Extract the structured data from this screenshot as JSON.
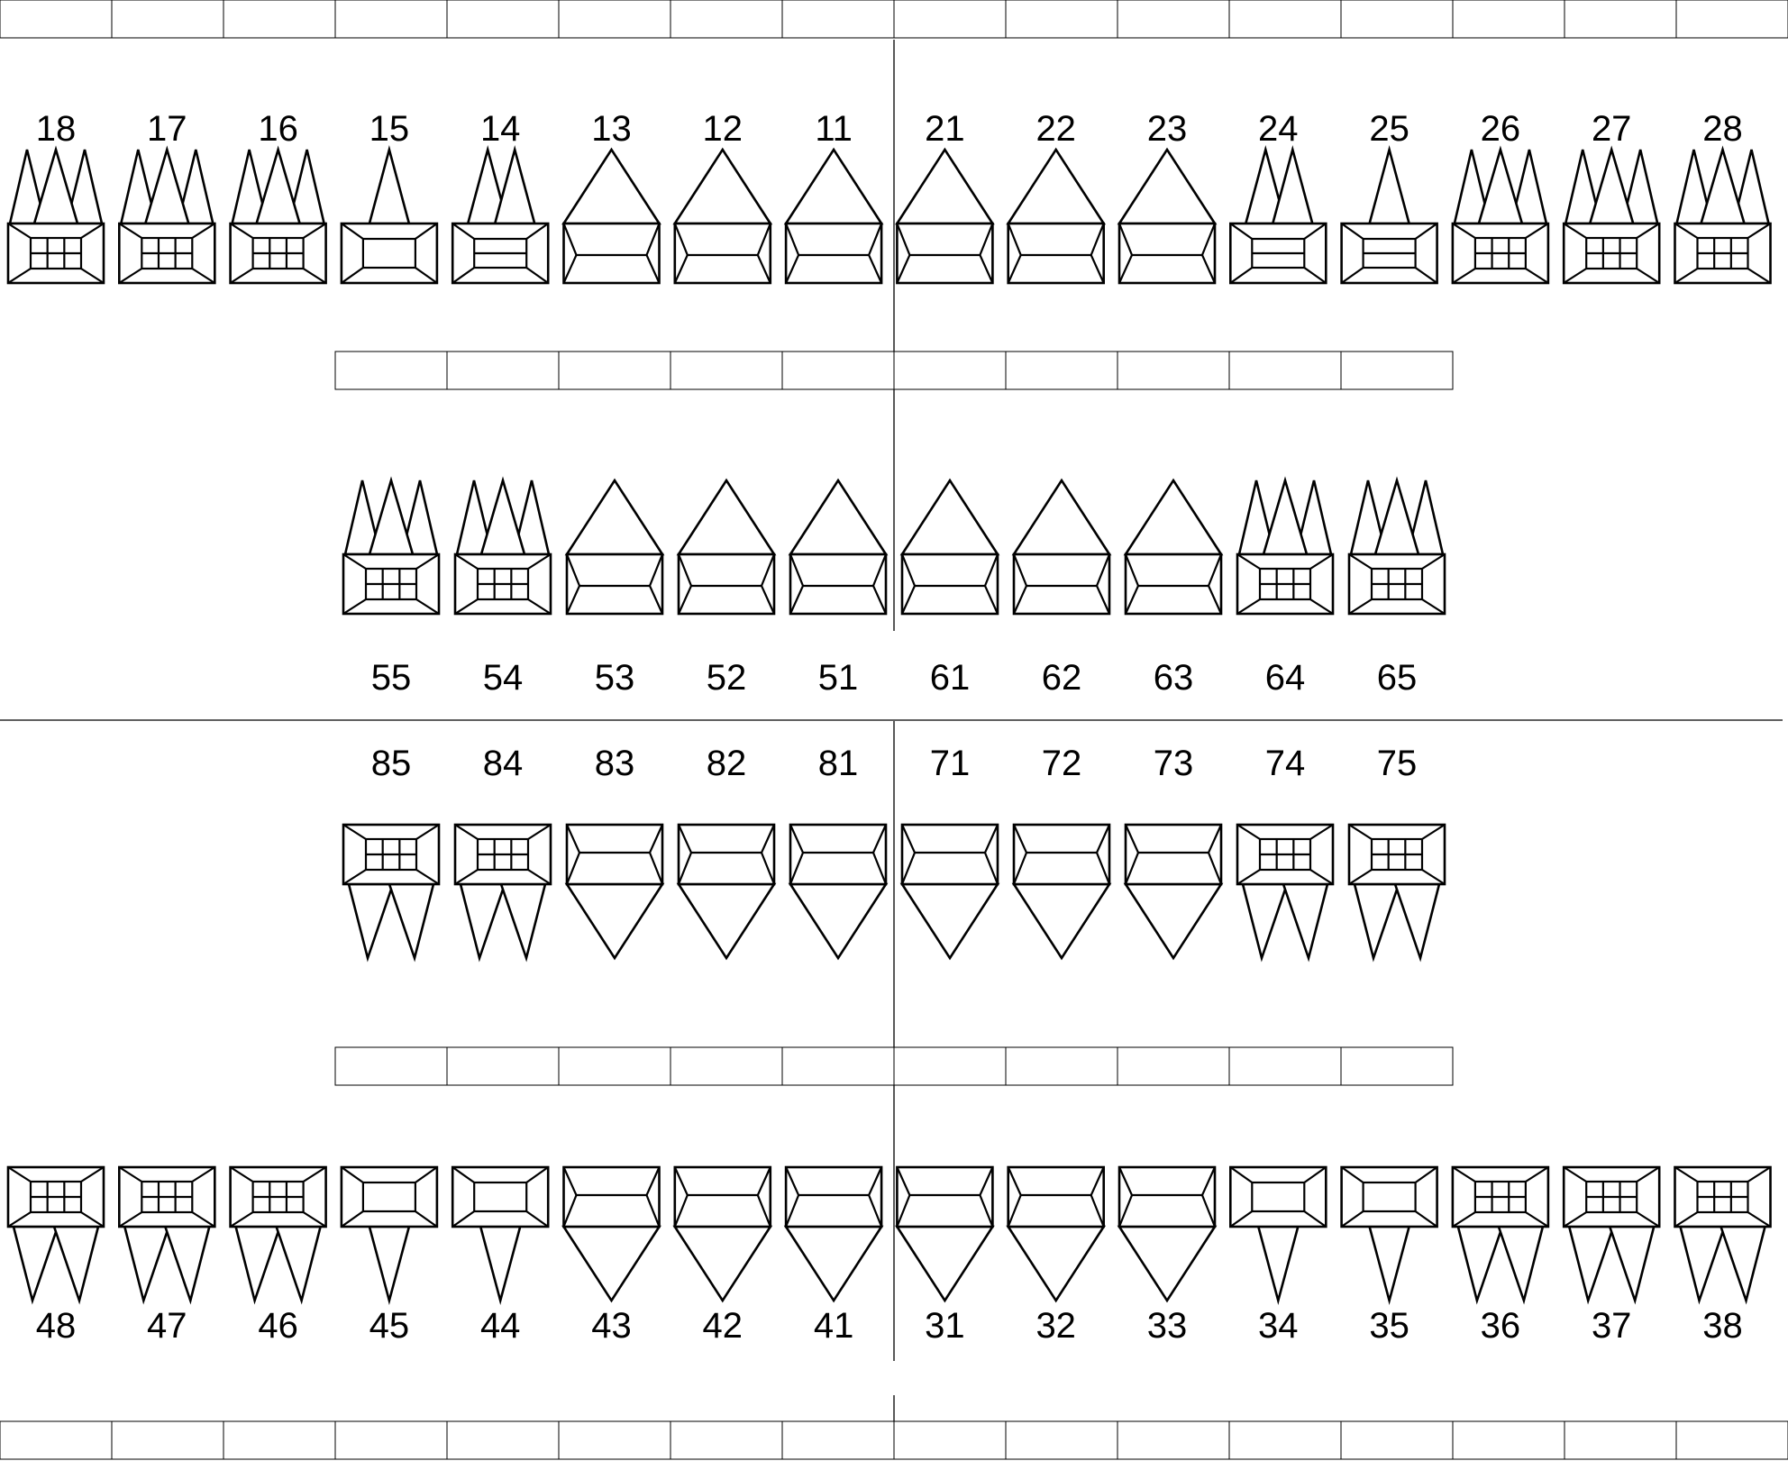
{
  "chart": {
    "upper_permanent": [
      {
        "label": "18",
        "type": "molar",
        "roots": 3
      },
      {
        "label": "17",
        "type": "molar",
        "roots": 3
      },
      {
        "label": "16",
        "type": "molar",
        "roots": 3
      },
      {
        "label": "15",
        "type": "premolar",
        "roots": 1
      },
      {
        "label": "14",
        "type": "premolar",
        "roots": 2
      },
      {
        "label": "13",
        "type": "anterior",
        "roots": 1
      },
      {
        "label": "12",
        "type": "anterior",
        "roots": 1
      },
      {
        "label": "11",
        "type": "anterior",
        "roots": 1
      },
      {
        "label": "21",
        "type": "anterior",
        "roots": 1
      },
      {
        "label": "22",
        "type": "anterior",
        "roots": 1
      },
      {
        "label": "23",
        "type": "anterior",
        "roots": 1
      },
      {
        "label": "24",
        "type": "premolar",
        "roots": 2
      },
      {
        "label": "25",
        "type": "premolar",
        "roots": 1
      },
      {
        "label": "26",
        "type": "molar",
        "roots": 3
      },
      {
        "label": "27",
        "type": "molar",
        "roots": 3
      },
      {
        "label": "28",
        "type": "molar",
        "roots": 3
      }
    ],
    "upper_primary": [
      {
        "label": "55",
        "type": "molar",
        "roots": 3
      },
      {
        "label": "54",
        "type": "molar",
        "roots": 3
      },
      {
        "label": "53",
        "type": "anterior",
        "roots": 1
      },
      {
        "label": "52",
        "type": "anterior",
        "roots": 1
      },
      {
        "label": "51",
        "type": "anterior",
        "roots": 1
      },
      {
        "label": "61",
        "type": "anterior",
        "roots": 1
      },
      {
        "label": "62",
        "type": "anterior",
        "roots": 1
      },
      {
        "label": "63",
        "type": "anterior",
        "roots": 1
      },
      {
        "label": "64",
        "type": "molar",
        "roots": 3
      },
      {
        "label": "65",
        "type": "molar",
        "roots": 3
      }
    ],
    "lower_primary": [
      {
        "label": "85",
        "type": "molar",
        "roots": 2
      },
      {
        "label": "84",
        "type": "molar",
        "roots": 2
      },
      {
        "label": "83",
        "type": "anterior",
        "roots": 1
      },
      {
        "label": "82",
        "type": "anterior",
        "roots": 1
      },
      {
        "label": "81",
        "type": "anterior",
        "roots": 1
      },
      {
        "label": "71",
        "type": "anterior",
        "roots": 1
      },
      {
        "label": "72",
        "type": "anterior",
        "roots": 1
      },
      {
        "label": "73",
        "type": "anterior",
        "roots": 1
      },
      {
        "label": "74",
        "type": "molar",
        "roots": 2
      },
      {
        "label": "75",
        "type": "molar",
        "roots": 2
      }
    ],
    "lower_permanent": [
      {
        "label": "48",
        "type": "molar",
        "roots": 2
      },
      {
        "label": "47",
        "type": "molar",
        "roots": 2
      },
      {
        "label": "46",
        "type": "molar",
        "roots": 2
      },
      {
        "label": "45",
        "type": "premolar",
        "roots": 1
      },
      {
        "label": "44",
        "type": "premolar",
        "roots": 1
      },
      {
        "label": "43",
        "type": "anterior",
        "roots": 1
      },
      {
        "label": "42",
        "type": "anterior",
        "roots": 1
      },
      {
        "label": "41",
        "type": "anterior",
        "roots": 1
      },
      {
        "label": "31",
        "type": "anterior",
        "roots": 1
      },
      {
        "label": "32",
        "type": "anterior",
        "roots": 1
      },
      {
        "label": "33",
        "type": "anterior",
        "roots": 1
      },
      {
        "label": "34",
        "type": "premolar",
        "roots": 1
      },
      {
        "label": "35",
        "type": "premolar",
        "roots": 1
      },
      {
        "label": "36",
        "type": "molar",
        "roots": 2
      },
      {
        "label": "37",
        "type": "molar",
        "roots": 2
      },
      {
        "label": "38",
        "type": "molar",
        "roots": 2
      }
    ],
    "box_rows": {
      "top_permanent": 16,
      "upper_primary": 10,
      "lower_primary": 10,
      "bottom_permanent": 16
    }
  }
}
